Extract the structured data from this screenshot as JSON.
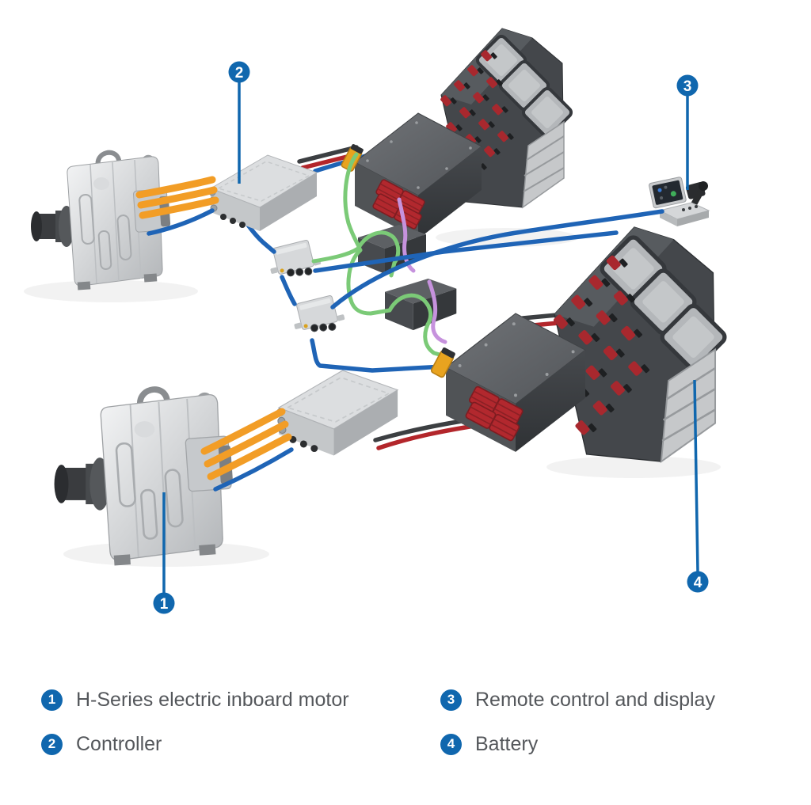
{
  "colors": {
    "badge-blue": "#1067ae",
    "cable-orange": "#f29d26",
    "cable-blue": "#1f64b6",
    "cable-green": "#7bca77",
    "cable-purple": "#c692dd",
    "cable-red": "#b3262b",
    "cable-black": "#3c3f42",
    "legend-text": "#54575b"
  },
  "diagram": {
    "badges": [
      "1",
      "2",
      "3",
      "4"
    ]
  },
  "legend": {
    "items": [
      {
        "num": "1",
        "label": "H-Series electric inboard motor"
      },
      {
        "num": "2",
        "label": "Controller"
      },
      {
        "num": "3",
        "label": "Remote control and display"
      },
      {
        "num": "4",
        "label": "Battery"
      }
    ]
  }
}
